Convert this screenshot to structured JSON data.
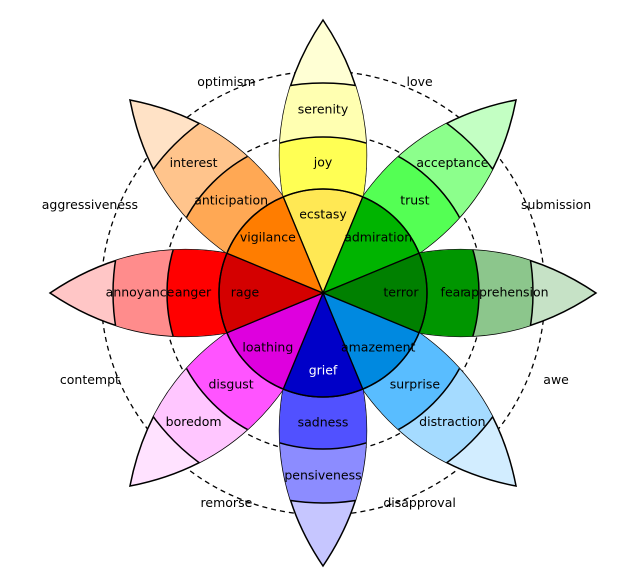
{
  "petals": [
    {
      "primary": "joy",
      "labels": [
        "ecstasy",
        "joy",
        "serenity"
      ],
      "colors": [
        "#ffe854",
        "#ffff54",
        "#ffffb1",
        "#ffffd4"
      ]
    },
    {
      "primary": "trust",
      "labels": [
        "admiration",
        "trust",
        "acceptance"
      ],
      "colors": [
        "#00b400",
        "#54ff54",
        "#8cff8c",
        "#c3ffc3"
      ]
    },
    {
      "primary": "fear",
      "labels": [
        "terror",
        "fear",
        "apprehension"
      ],
      "colors": [
        "#008000",
        "#009600",
        "#8cc68c",
        "#c6e2c6"
      ]
    },
    {
      "primary": "surprise",
      "labels": [
        "amazement",
        "surprise",
        "distraction"
      ],
      "colors": [
        "#0089e0",
        "#59bdff",
        "#a5dbff",
        "#d2edff"
      ]
    },
    {
      "primary": "sadness",
      "labels": [
        "grief",
        "sadness",
        "pensiveness"
      ],
      "colors": [
        "#0000c8",
        "#5151ff",
        "#8c8cff",
        "#c6c6ff"
      ]
    },
    {
      "primary": "disgust",
      "labels": [
        "loathing",
        "disgust",
        "boredom"
      ],
      "colors": [
        "#de00de",
        "#ff54ff",
        "#ffc6ff",
        "#ffe2ff"
      ]
    },
    {
      "primary": "anger",
      "labels": [
        "rage",
        "anger",
        "annoyance"
      ],
      "colors": [
        "#d40000",
        "#ff0000",
        "#ff8c8c",
        "#ffc6c6"
      ]
    },
    {
      "primary": "anticipation",
      "labels": [
        "vigilance",
        "anticipation",
        "interest"
      ],
      "colors": [
        "#ff7d00",
        "#ffa854",
        "#ffc48c",
        "#ffe2c6"
      ]
    }
  ],
  "dyads": [
    "love",
    "submission",
    "awe",
    "disapproval",
    "remorse",
    "contempt",
    "aggressiveness",
    "optimism"
  ]
}
